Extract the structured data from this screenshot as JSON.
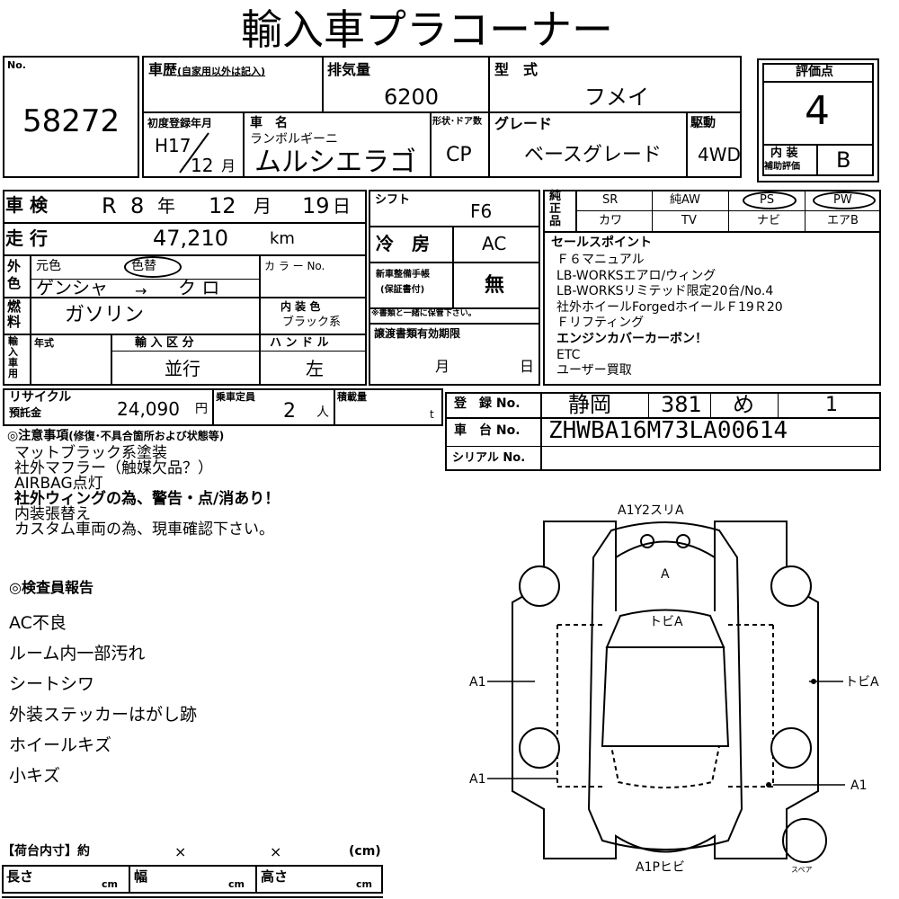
{
  "title": "輸入車プラコーナー",
  "lot": {
    "label": "No.",
    "number": "58272"
  },
  "history": {
    "label": "車歴",
    "note": "(自家用以外は記入)"
  },
  "displacement": {
    "label": "排気量",
    "value": "6200"
  },
  "model_type": {
    "label": "型　式",
    "value": "フメイ"
  },
  "score": {
    "label": "評価点",
    "value": "4",
    "interior_label_1": "内 装",
    "interior_label_2": "補助評価",
    "interior_value": "B"
  },
  "first_reg": {
    "label": "初度登録年月",
    "era": "H17",
    "month": "12",
    "month_unit": "月"
  },
  "car_name": {
    "label": "車　名",
    "maker": "ランボルギーニ",
    "name": "ムルシエラゴ"
  },
  "body": {
    "label": "形状･ドア数",
    "value": "CP"
  },
  "grade": {
    "label": "グレード",
    "value": "ベースグレード"
  },
  "drive": {
    "label": "駆動",
    "value": "4WD"
  },
  "inspection": {
    "label": "車 検",
    "era": "R",
    "year": "8",
    "year_unit": "年",
    "month": "12",
    "month_unit": "月",
    "day": "19",
    "day_unit": "日"
  },
  "shift": {
    "label": "シフト",
    "value": "F6"
  },
  "genuine": {
    "label_1": "純",
    "label_2": "正",
    "label_3": "品",
    "row1": [
      "SR",
      "純AW",
      "PS",
      "PW"
    ],
    "row2": [
      "カワ",
      "TV",
      "ナビ",
      "エアB"
    ]
  },
  "mileage": {
    "label": "走 行",
    "value": "47,210",
    "unit": "km"
  },
  "ac": {
    "label": "冷　房",
    "value": "AC"
  },
  "sales_points": {
    "label": "セールスポイント",
    "lines": [
      "Ｆ６マニュアル",
      "LB-WORKSエアロ/ウィング",
      "LB-WORKSリミテッド限定20台/No.4",
      "社外ホイールForgedホイールＦ19Ｒ20",
      "Ｆリフティング",
      "エンジンカバーカーボン！",
      "ETC",
      "ユーザー買取"
    ]
  },
  "color": {
    "label_1": "外",
    "label_2": "色",
    "orig_label": "元色",
    "changed": "色替",
    "code_label": "カ ラ ー No.",
    "from": "ゲンシャ",
    "arrow": "→",
    "to": "ク ロ"
  },
  "maintenance": {
    "label_1": "新車整備手帳",
    "label_2": "(保証書付)",
    "value": "無",
    "note": "※書類と一緒に保管下さい。"
  },
  "fuel": {
    "label_1": "燃",
    "label_2": "料",
    "value": "ガソリン",
    "interior_label": "内 装 色",
    "interior_value": "ブラック系"
  },
  "import": {
    "label_1": "輸",
    "label_2": "入",
    "label_3": "車",
    "label_4": "用",
    "year_label": "年式",
    "type_label": "輸 入 区 分",
    "type_value": "並行",
    "handle_label": "ハ ン ド ル",
    "handle_value": "左"
  },
  "transfer": {
    "label": "譲渡書類有効期限",
    "month_unit": "月",
    "day_unit": "日"
  },
  "recycle": {
    "label_1": "リサイクル",
    "label_2": "預託金",
    "value": "24,090",
    "unit": "円"
  },
  "capacity": {
    "label": "乗車定員",
    "value": "2",
    "unit": "人"
  },
  "load": {
    "label": "積載量",
    "unit": "t"
  },
  "registration": {
    "label": "登　録 No.",
    "area": "静岡",
    "class": "381",
    "kana": "め",
    "number": "1"
  },
  "chassis": {
    "label": "車　台 No.",
    "value": "ZHWBA16M73LA00614"
  },
  "serial": {
    "label": "シリアル No."
  },
  "notes": {
    "label": "◎注意事項",
    "sub": "(修復･不具合箇所および状態等)",
    "lines": [
      "マットブラック系塗装",
      "社外マフラー（触媒欠品？）",
      "AIRBAG点灯",
      "社外ウィングの為、警告・点/消あり！",
      "内装張替え",
      "カスタム車両の為、現車確認下さい。"
    ]
  },
  "inspector": {
    "label": "◎検査員報告",
    "lines": [
      "AC不良",
      "ルーム内一部汚れ",
      "シートシワ",
      "外装ステッカーはがし跡",
      "ホイールキズ",
      "小キズ"
    ]
  },
  "cargo": {
    "label": "【荷台内寸】約",
    "times": "×",
    "unit": "(cm)",
    "length": "長さ",
    "width": "幅",
    "height": "高さ",
    "cm": "cm"
  },
  "diagram": {
    "front": "A1Y2スリA",
    "hood": "A",
    "roof": "トビA",
    "left": "A1",
    "right": "トビA",
    "left_rear": "A1",
    "right_rear": "A1",
    "rear": "A1Pヒビ",
    "spare": "スペア"
  }
}
